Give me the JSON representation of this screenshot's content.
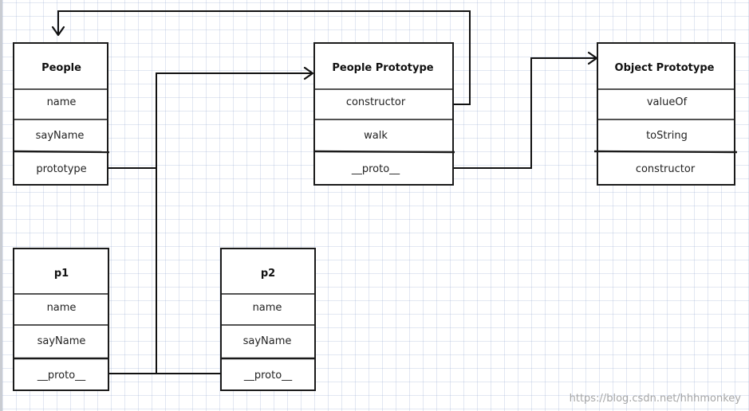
{
  "boxes": {
    "people": {
      "title": "People",
      "rows": [
        "name",
        "sayName",
        "prototype"
      ]
    },
    "people_prototype": {
      "title": "People  Prototype",
      "rows": [
        "constructor",
        "walk",
        "__proto__"
      ]
    },
    "object_prototype": {
      "title": "Object  Prototype",
      "rows": [
        "valueOf",
        "toString",
        "constructor"
      ]
    },
    "p1": {
      "title": "p1",
      "rows": [
        "name",
        "sayName",
        "__proto__"
      ]
    },
    "p2": {
      "title": "p2",
      "rows": [
        "name",
        "sayName",
        "__proto__"
      ]
    }
  },
  "watermark": "https://blog.csdn.net/hhhmonkey",
  "colors": {
    "line": "#111111",
    "grid": "#a8b8d8",
    "background": "#ffffff"
  }
}
